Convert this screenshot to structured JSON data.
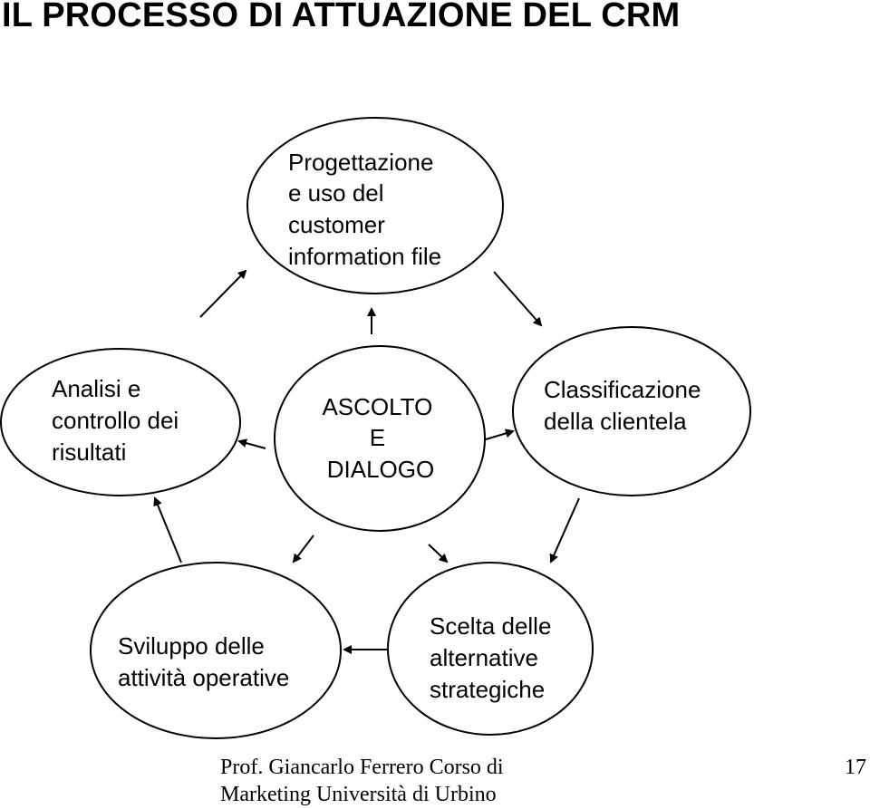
{
  "title": "IL PROCESSO DI ATTUAZIONE DEL CRM",
  "nodes": {
    "progettazione": [
      "Progettazione",
      "e uso del",
      "customer",
      "information file"
    ],
    "analisi": [
      "Analisi e",
      "controllo dei",
      "risultati"
    ],
    "ascolto": [
      "ASCOLTO",
      "E",
      "DIALOGO"
    ],
    "classificazione": [
      "Classificazione",
      "della clientela"
    ],
    "sviluppo": [
      "Sviluppo delle",
      "attività operative"
    ],
    "scelta": [
      "Scelta delle",
      "alternative",
      "strategiche"
    ]
  },
  "footer": {
    "line1": "Prof. Giancarlo Ferrero Corso di",
    "line2": "Marketing  Università di Urbino",
    "page_number": "17"
  }
}
